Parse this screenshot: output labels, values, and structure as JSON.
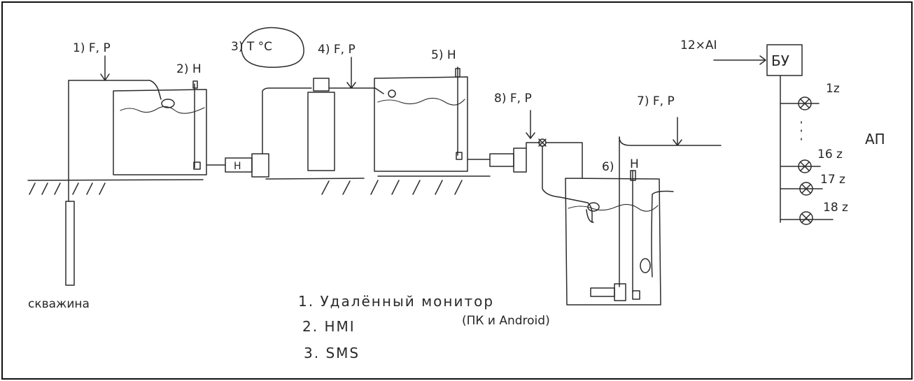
{
  "sensor_labels": {
    "s1": "1) F, P",
    "s2": "2) H",
    "s3": "3) T °C",
    "s4": "4) F, P",
    "s5": "5) H",
    "s6": "6)",
    "s6_level": "H",
    "s7": "7) F, P",
    "s8": "8) F, P"
  },
  "pump_letter": "H",
  "well_label": "скважина",
  "control": {
    "input_label": "12×AI",
    "unit_label": "БУ",
    "group_label": "АП",
    "channels": [
      "1z",
      "16 z",
      "17 z",
      "18 z"
    ]
  },
  "notes": [
    "1. Удалённый монитор",
    "(ПК и Android)",
    "2. HMI",
    "3. SMS"
  ]
}
